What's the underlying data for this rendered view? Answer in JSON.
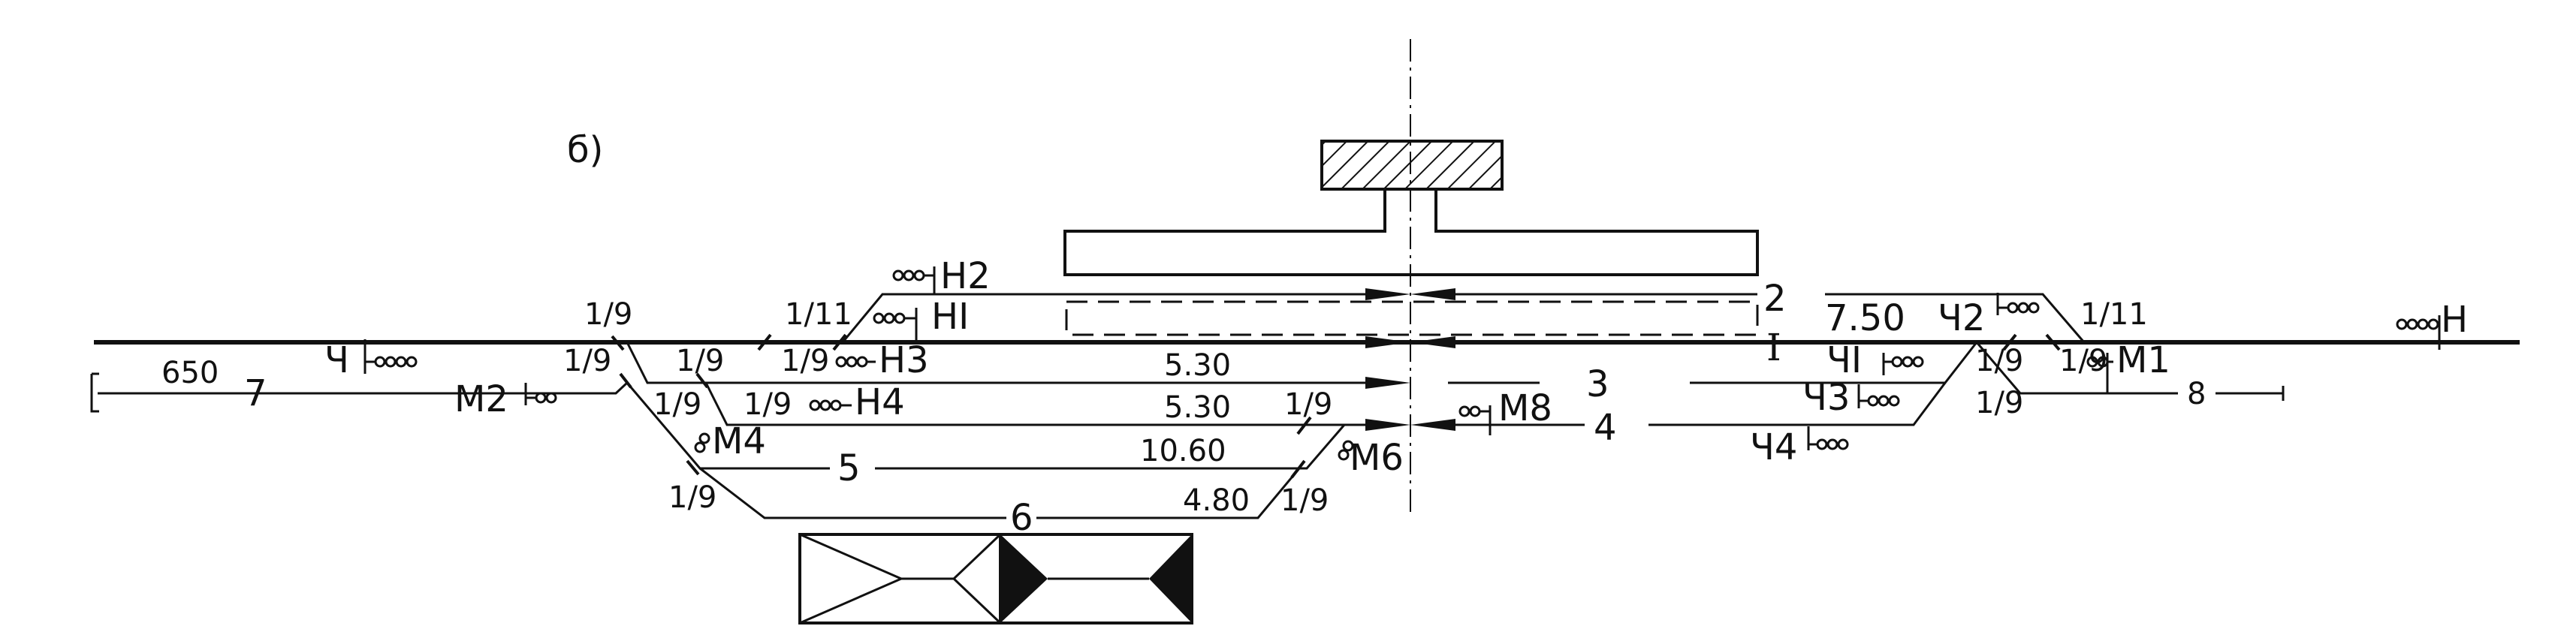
{
  "figure_label": "б)",
  "track_numbers": {
    "t2": "2",
    "t1": "I",
    "t3": "3",
    "t4": "4",
    "t5": "5",
    "t6": "6",
    "t7": "7",
    "t8": "8"
  },
  "track_lengths": {
    "l650": "650",
    "l530a": "5.30",
    "l530b": "5.30",
    "l1060": "10.60",
    "l480": "4.80",
    "l750": "7.50"
  },
  "switch_labels": {
    "s1": "1/9",
    "s2": "1/11",
    "s3": "1/9",
    "s4": "1/9",
    "s5": "1/9",
    "s6": "1/9",
    "s7": "1/9",
    "s8": "1/9",
    "s9": "1/9",
    "s10": "1/9",
    "s11": "1/9",
    "s12": "1/9",
    "s13": "1/9",
    "s14": "1/11"
  },
  "signals": {
    "h2": "H2",
    "h1": "HI",
    "h3": "H3",
    "h4": "H4",
    "m2": "M2",
    "m4": "M4",
    "m6": "M6",
    "m8": "M8",
    "ch": "Ч",
    "chi": "ЧI",
    "ch2": "Ч2",
    "ch3": "Ч3",
    "ch4": "Ч4",
    "m1": "M1",
    "n": "H"
  },
  "colors": {
    "ink": "#111111",
    "paper": "#ffffff"
  }
}
